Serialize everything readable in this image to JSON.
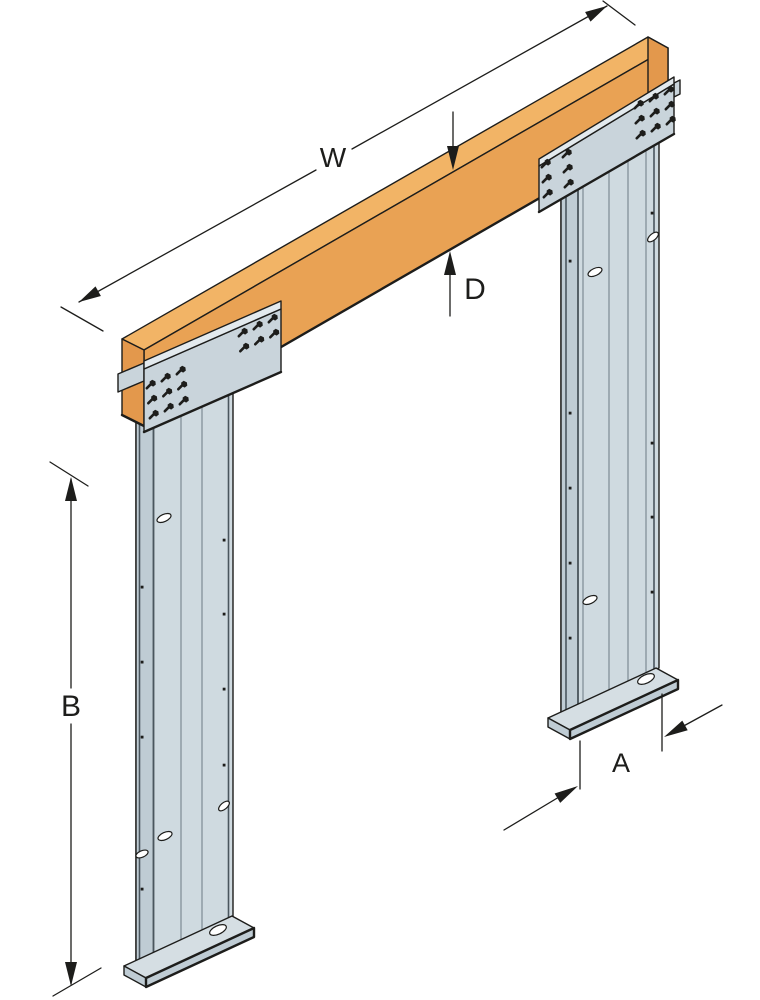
{
  "figure": {
    "kind": "isometric-technical-illustration",
    "parts": {
      "header": "wood-header-beam",
      "left_post": "steel-stud-left",
      "right_post": "steel-stud-right",
      "left_base": "base-plate-left",
      "right_base": "base-plate-right",
      "left_connector": "connection-plate-left",
      "right_connector": "connection-plate-right",
      "fastener": "screw-icon"
    }
  },
  "dimensions": {
    "width": {
      "label": "W"
    },
    "header_depth": {
      "label": "D"
    },
    "post_height": {
      "label": "B"
    },
    "base_width": {
      "label": "A"
    }
  },
  "colors": {
    "background": "#FFFFFF",
    "wood_top": "#F2B466",
    "wood_front": "#E9A254",
    "wood_end": "#E3984C",
    "steel_face": "#CFDAE0",
    "steel_side": "#BFCCD4",
    "steel_plate": "#C9D4DB",
    "steel_plate_top": "#D5DEE3",
    "steel_lip": "#E3EAEE",
    "outline": "#1D1D1B"
  }
}
